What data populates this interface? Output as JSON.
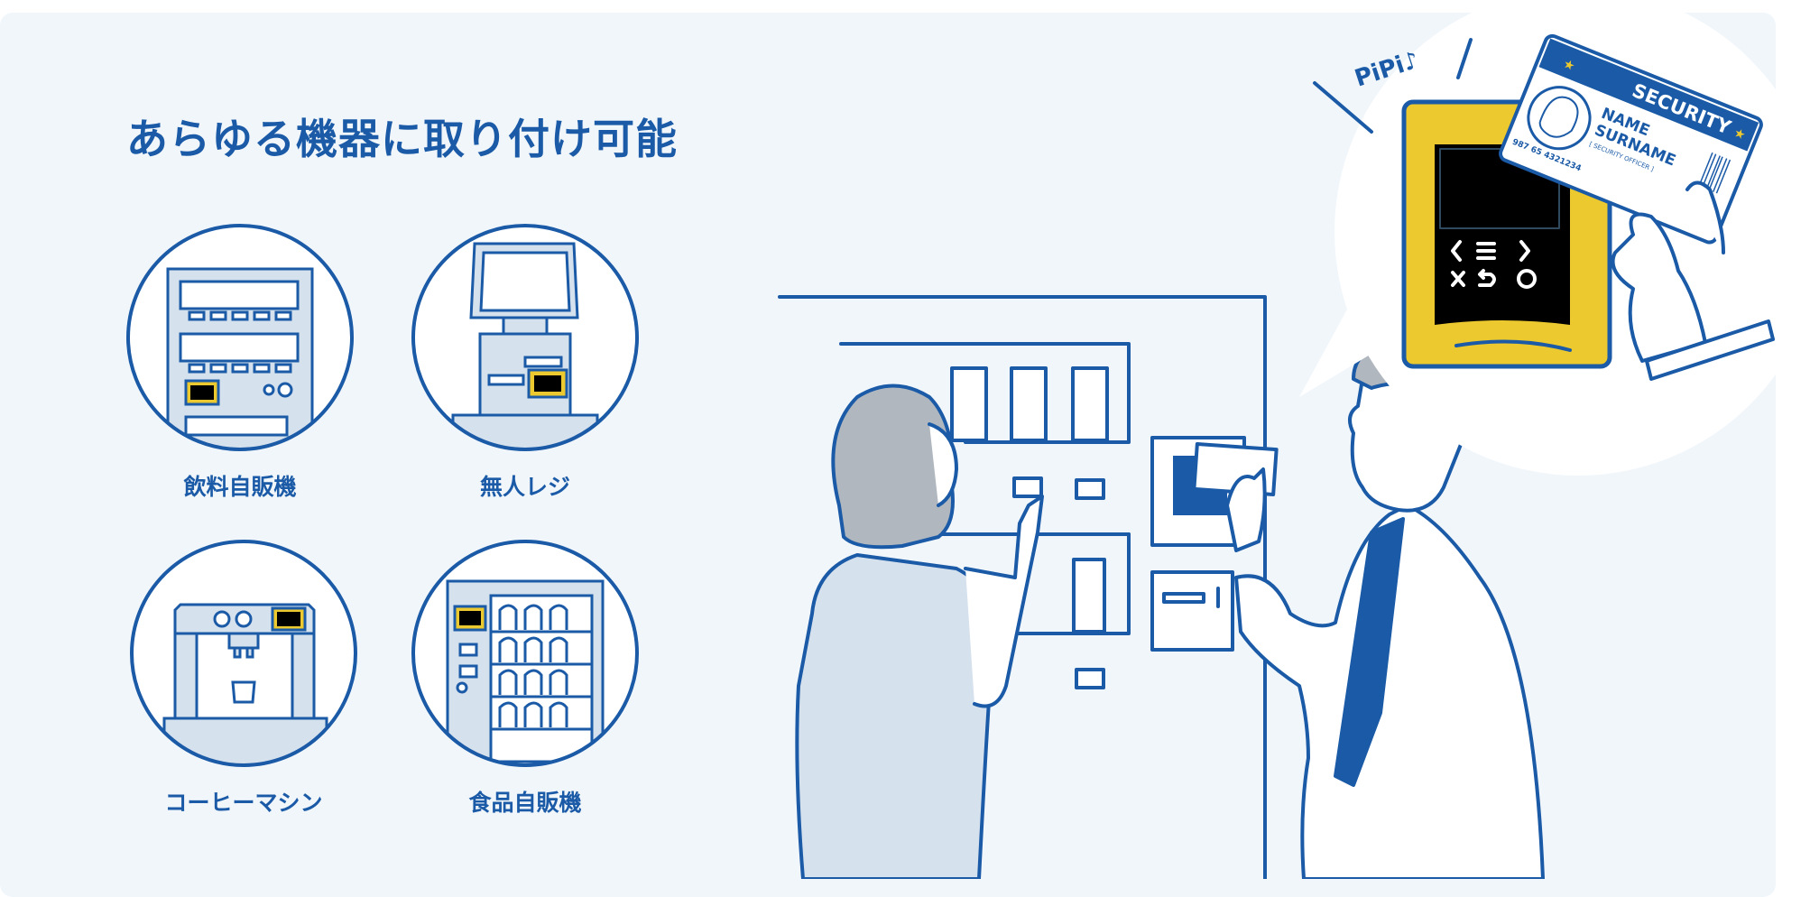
{
  "title": "あらゆる機器に取り付け可能",
  "devices": [
    {
      "label": "飲料自販機",
      "icon": "drink-vending-machine-icon"
    },
    {
      "label": "無人レジ",
      "icon": "self-checkout-icon"
    },
    {
      "label": "コーヒーマシン",
      "icon": "coffee-machine-icon"
    },
    {
      "label": "食品自販機",
      "icon": "food-vending-machine-icon"
    }
  ],
  "illustration": {
    "sound": "PiPi♪",
    "card": {
      "header": "SECURITY",
      "name": "NAME",
      "surname": "SURNAME",
      "role": "[ SECURITY OFFICER ]",
      "number": "987 65 4321234"
    }
  },
  "colors": {
    "brand": "#1a5aa6",
    "panel": "#f1f6fb",
    "reader": "#ecc92e",
    "fill": "#d6e1ee",
    "hair": "#b0b7bf"
  }
}
